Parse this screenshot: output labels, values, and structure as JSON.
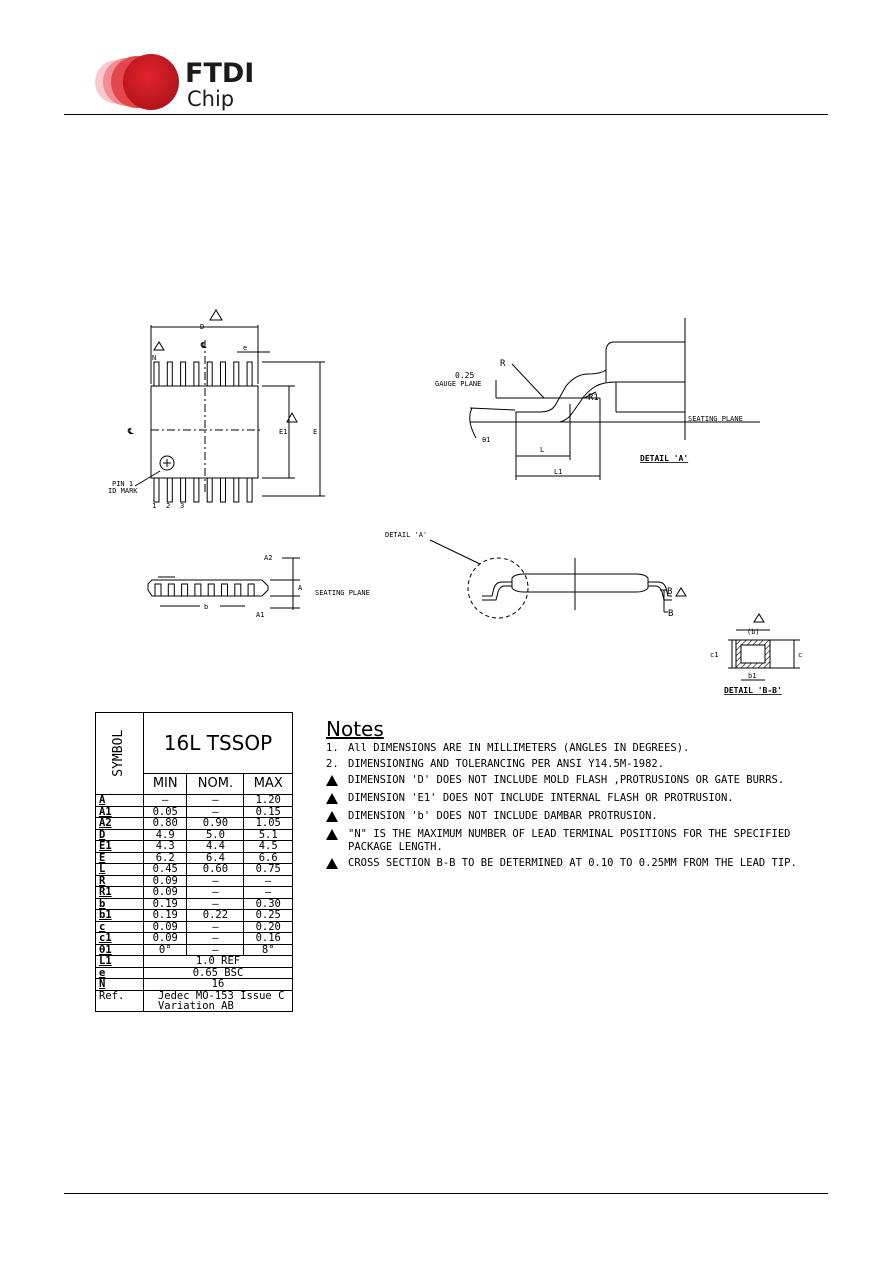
{
  "logo": {
    "brand": "FTDI",
    "sub": "Chip"
  },
  "drawing": {
    "top_view": {
      "label_d": "D",
      "label_e1": "E1",
      "label_e": "E",
      "label_e_pitch": "e",
      "label_n": "N",
      "pin1_label": "PIN 1\nID MARK",
      "pin_numbers": [
        "1",
        "2",
        "3"
      ]
    },
    "detail_a": {
      "gauge_value": "0.25",
      "gauge_plane": "GAUGE PLANE",
      "label_r": "R",
      "label_r1": "R1",
      "label_l": "L",
      "label_l1": "L1",
      "label_theta": "θ1",
      "seating_plane": "SEATING PLANE",
      "title": "DETAIL 'A'"
    },
    "side_view": {
      "label_a2": "A2",
      "label_a": "A",
      "label_a1": "A1",
      "label_b": "b",
      "seating_plane": "SEATING PLANE"
    },
    "end_view": {
      "detail_ref": "DETAIL 'A'",
      "label_b_top": "B",
      "label_b_bottom": "B"
    },
    "section": {
      "label_b": "(b)",
      "label_c1": "c1",
      "label_c": "c",
      "label_b1": "b1",
      "title": "DETAIL 'B-B'"
    }
  },
  "table": {
    "symbol_header": "SYMBOL",
    "package": "16L TSSOP",
    "columns": [
      "MIN",
      "NOM.",
      "MAX"
    ],
    "rows": [
      {
        "sym": "A",
        "min": "—",
        "nom": "—",
        "max": "1.20"
      },
      {
        "sym": "A1",
        "min": "0.05",
        "nom": "—",
        "max": "0.15"
      },
      {
        "sym": "A2",
        "min": "0.80",
        "nom": "0.90",
        "max": "1.05"
      },
      {
        "sym": "D",
        "min": "4.9",
        "nom": "5.0",
        "max": "5.1"
      },
      {
        "sym": "E1",
        "min": "4.3",
        "nom": "4.4",
        "max": "4.5"
      },
      {
        "sym": "E",
        "min": "6.2",
        "nom": "6.4",
        "max": "6.6"
      },
      {
        "sym": "L",
        "min": "0.45",
        "nom": "0.60",
        "max": "0.75"
      },
      {
        "sym": "R",
        "min": "0.09",
        "nom": "—",
        "max": "—"
      },
      {
        "sym": "R1",
        "min": "0.09",
        "nom": "—",
        "max": "—"
      },
      {
        "sym": "b",
        "min": "0.19",
        "nom": "—",
        "max": "0.30"
      },
      {
        "sym": "b1",
        "min": "0.19",
        "nom": "0.22",
        "max": "0.25"
      },
      {
        "sym": "c",
        "min": "0.09",
        "nom": "—",
        "max": "0.20"
      },
      {
        "sym": "c1",
        "min": "0.09",
        "nom": "—",
        "max": "0.16"
      },
      {
        "sym": "θ1",
        "min": "0°",
        "nom": "—",
        "max": "8°"
      }
    ],
    "span_rows": [
      {
        "sym": "L1",
        "value": "1.0 REF"
      },
      {
        "sym": "e",
        "value": "0.65 BSC"
      },
      {
        "sym": "N",
        "value": "16"
      }
    ],
    "ref": {
      "sym": "Ref.",
      "line1": "Jedec MO-153 Issue C",
      "line2": "Variation AB"
    }
  },
  "notes": {
    "title": "Notes",
    "items": [
      {
        "marker": "1.",
        "text": "All DIMENSIONS ARE IN MILLIMETERS (ANGLES IN DEGREES)."
      },
      {
        "marker": "2.",
        "text": "DIMENSIONING AND TOLERANCING PER ANSI Y14.5M-1982."
      },
      {
        "marker": "tri",
        "text": "DIMENSION 'D' DOES NOT INCLUDE MOLD FLASH ,PROTRUSIONS OR GATE BURRS."
      },
      {
        "marker": "tri",
        "text": "DIMENSION 'E1' DOES NOT INCLUDE INTERNAL FLASH OR PROTRUSION."
      },
      {
        "marker": "tri",
        "text": "DIMENSION 'b' DOES NOT INCLUDE DAMBAR PROTRUSION."
      },
      {
        "marker": "tri",
        "text": "\"N\" IS THE MAXIMUM NUMBER OF LEAD TERMINAL POSITIONS FOR THE SPECIFIED PACKAGE LENGTH."
      },
      {
        "marker": "tri",
        "text": "CROSS SECTION B-B TO BE DETERMINED AT 0.10 TO 0.25MM FROM THE LEAD TIP."
      }
    ]
  }
}
